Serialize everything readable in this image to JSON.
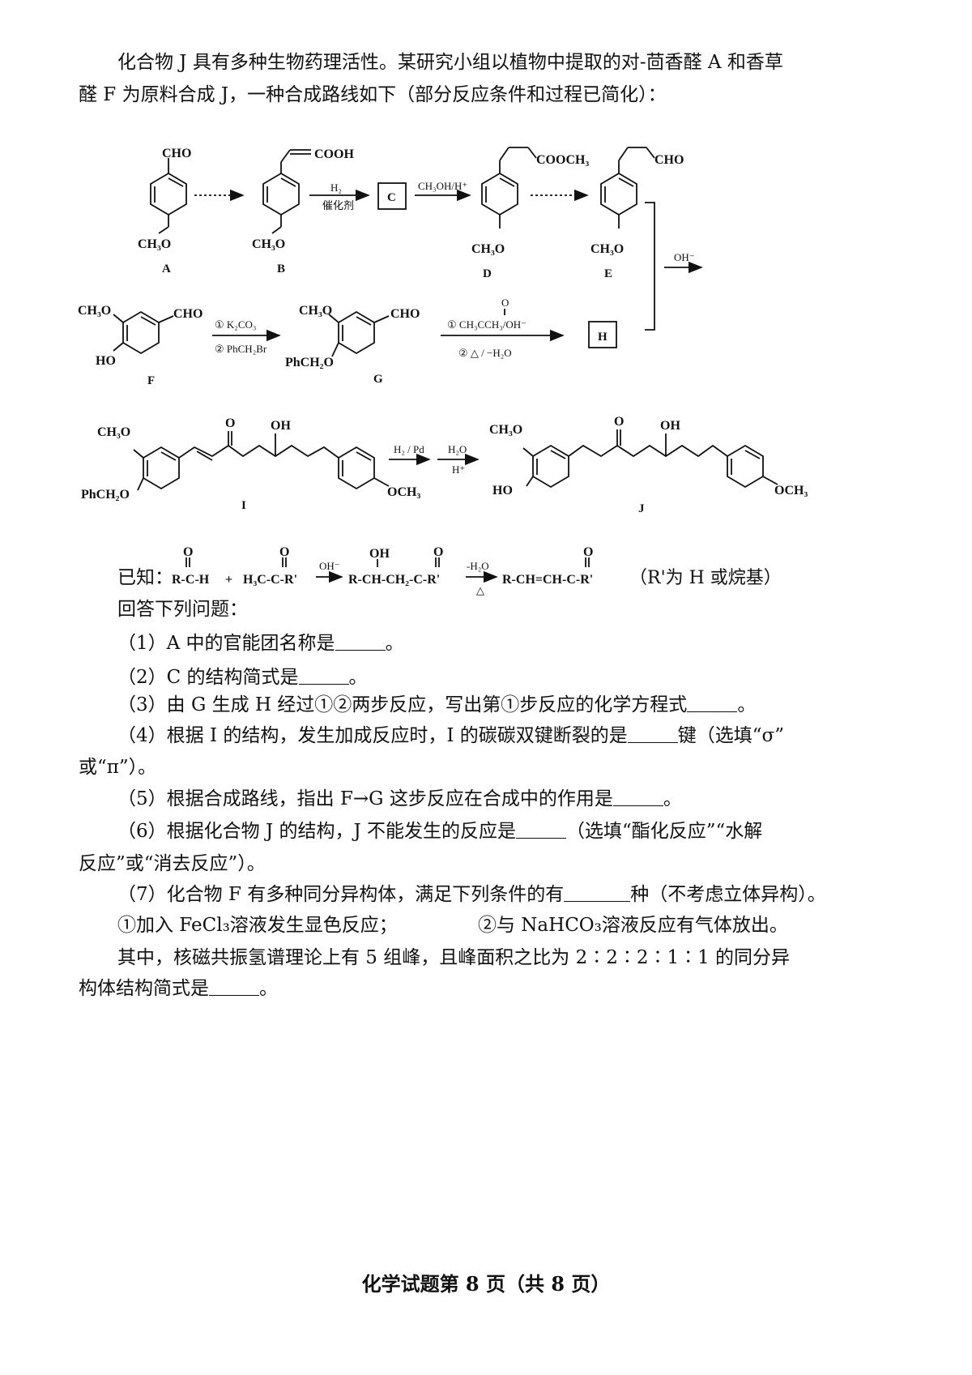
{
  "intro": {
    "line1": "化合物 J 具有多种生物药理活性。某研究小组以植物中提取的对-茴香醛 A 和香草",
    "line2": "醛 F 为原料合成 J，一种合成路线如下（部分反应条件和过程已简化）："
  },
  "scheme": {
    "labels": {
      "A": "A",
      "B": "B",
      "C": "C",
      "D": "D",
      "E": "E",
      "F": "F",
      "G": "G",
      "H": "H",
      "I": "I",
      "J": "J"
    },
    "groups": {
      "cho": "CHO",
      "cooh": "COOH",
      "cooch3": "COOCH₃",
      "ch3o": "CH₃O",
      "ho": "HO",
      "oh": "OH",
      "o": "O",
      "phch2o": "PhCH₂O",
      "och3": "OCH₃"
    },
    "conditions": {
      "h2": "H₂",
      "catalyst": "催化剂",
      "ch3oh_h": "CH₃OH/H⁺",
      "oh_minus": "OH⁻",
      "k2co3": "① K₂CO₃",
      "phch2br": "② PhCH₂Br",
      "acetone": "① CH₃CCH₃/OH⁻",
      "heat": "② △ / −H₂O",
      "h2pd": "H₂ / Pd",
      "h2o": "H₂O",
      "h_plus": "H⁺"
    }
  },
  "known": {
    "prefix": "已知：",
    "r_c_h": "R-C-H",
    "plus": "+",
    "h3c_c_r": "H₃C-C-R'",
    "oh_minus": "OH⁻",
    "middle": "R-CH-CH₂-C-R'",
    "minus_h2o": "-H₂O",
    "delta": "△",
    "product": "R-CH=CH-C-R'",
    "note": "（R'为 H 或烷基）",
    "o": "O",
    "oh": "OH"
  },
  "questions": {
    "lead": "回答下列问题：",
    "q1a": "（1）A 中的官能团名称是",
    "q1b": "。",
    "q2a": "（2）C 的结构简式是",
    "q2b": "。",
    "q3a": "（3）由 G 生成 H 经过①②两步反应，写出第①步反应的化学方程式",
    "q3b": "。",
    "q4a": "（4）根据 I 的结构，发生加成反应时，I 的碳碳双键断裂的是",
    "q4b": "键（选填“σ”",
    "q4c": "或“π”）。",
    "q5a": "（5）根据合成路线，指出 F→G 这步反应在合成中的作用是",
    "q5b": "。",
    "q6a": "（6）根据化合物 J 的结构，J 不能发生的反应是",
    "q6b": "（选填“酯化反应”“水解",
    "q6c": "反应”或“消去反应”）。",
    "q7a": "（7）化合物 F 有多种同分异构体，满足下列条件的有",
    "q7b": "种（不考虑立体异构）。",
    "q7c1": "①加入 FeCl₃溶液发生显色反应；",
    "q7c2": "②与 NaHCO₃溶液反应有气体放出。",
    "q7d": "其中，核磁共振氢谱理论上有 5 组峰，且峰面积之比为 2∶2∶2∶1∶1 的同分异",
    "q7e": "构体结构简式是",
    "q7f": "。"
  },
  "footer": "化学试题第 8 页（共 8 页）"
}
